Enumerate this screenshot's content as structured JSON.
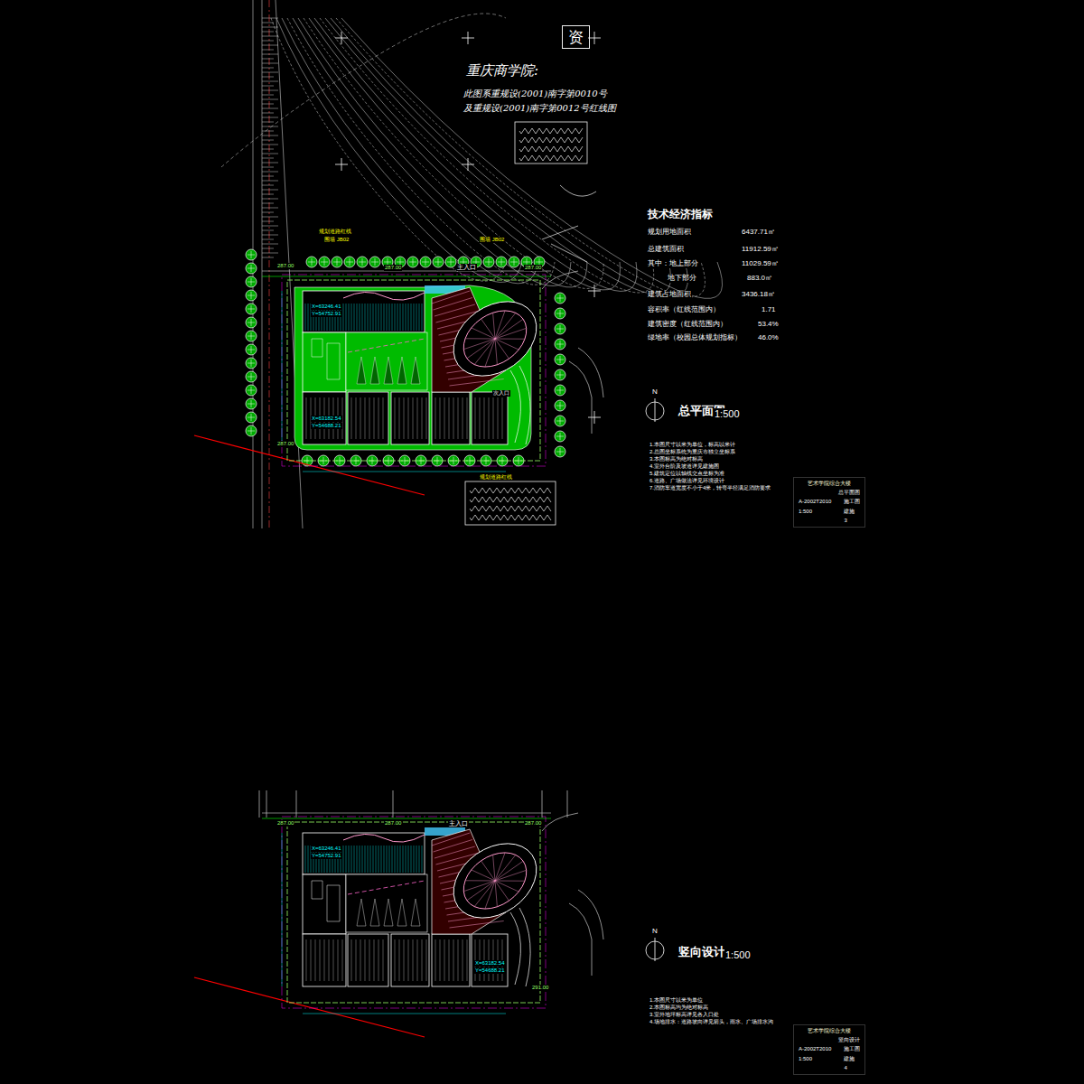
{
  "diagram": {
    "nodes": [
      {
        "text": [
          "艺术学院综合大楼",
          "总平面图",
          "A-2002T2010",
          "施工图",
          "1:500",
          "建施",
          "3"
        ]
      },
      {
        "text": [
          "艺术学院综合大楼",
          "竖向设计",
          "A-2002T2010",
          "施工图",
          "1:500",
          "建施",
          "4"
        ]
      },
      {
        "text": [
          "资"
        ]
      }
    ],
    "labels": [
      "重庆商学院:",
      "此图系重规设(2001)南字第0010号",
      "及重规设(2001)南字第0012号红线图",
      "技术经济指标",
      "规划用地面积",
      "6437.71㎡",
      "总建筑面积",
      "11912.59㎡",
      "其中：地上部分",
      "11029.59㎡",
      "地下部分",
      "883.0㎡",
      "建筑占地面积",
      "3436.18㎡",
      "容积率（红线范围内）",
      "1.71",
      "建筑密度（红线范围内）",
      "53.4%",
      "绿地率（校园总体规划指标）",
      "46.0%",
      "总平面图",
      "1:500",
      "N",
      "1.本图尺寸以米为单位，标高以米计",
      "2.总图坐标系统为重庆市独立坐标系",
      "3.本图标高为绝对标高",
      "4.室外台阶及坡道详见建施图",
      "5.建筑定位以轴线交点坐标为准",
      "6.道路、广场做法详见环境设计",
      "7.消防车道宽度不小于4米，转弯半径满足消防要求",
      "主入口",
      "287.00",
      "287.00",
      "287.00",
      "287.00",
      "X=63246.41",
      "Y=54752.91",
      "X=63182.54",
      "Y=54688.21",
      "次入口",
      "规划道路红线",
      "围墙 JB02",
      "围墙 JB02",
      "规划道路红线",
      "主入口",
      "287.00",
      "287.00",
      "287.00",
      "291.00",
      "X=63246.41",
      "Y=54752.91",
      "X=63182.54",
      "Y=54688.21",
      "竖向设计",
      "1:500",
      "N",
      "1.本图尺寸以米为单位",
      "2.本图标高均为绝对标高",
      "3.室外地坪标高详见各入口处",
      "4.场地排水：道路坡向详见箭头，雨水、广场排水沟"
    ]
  }
}
